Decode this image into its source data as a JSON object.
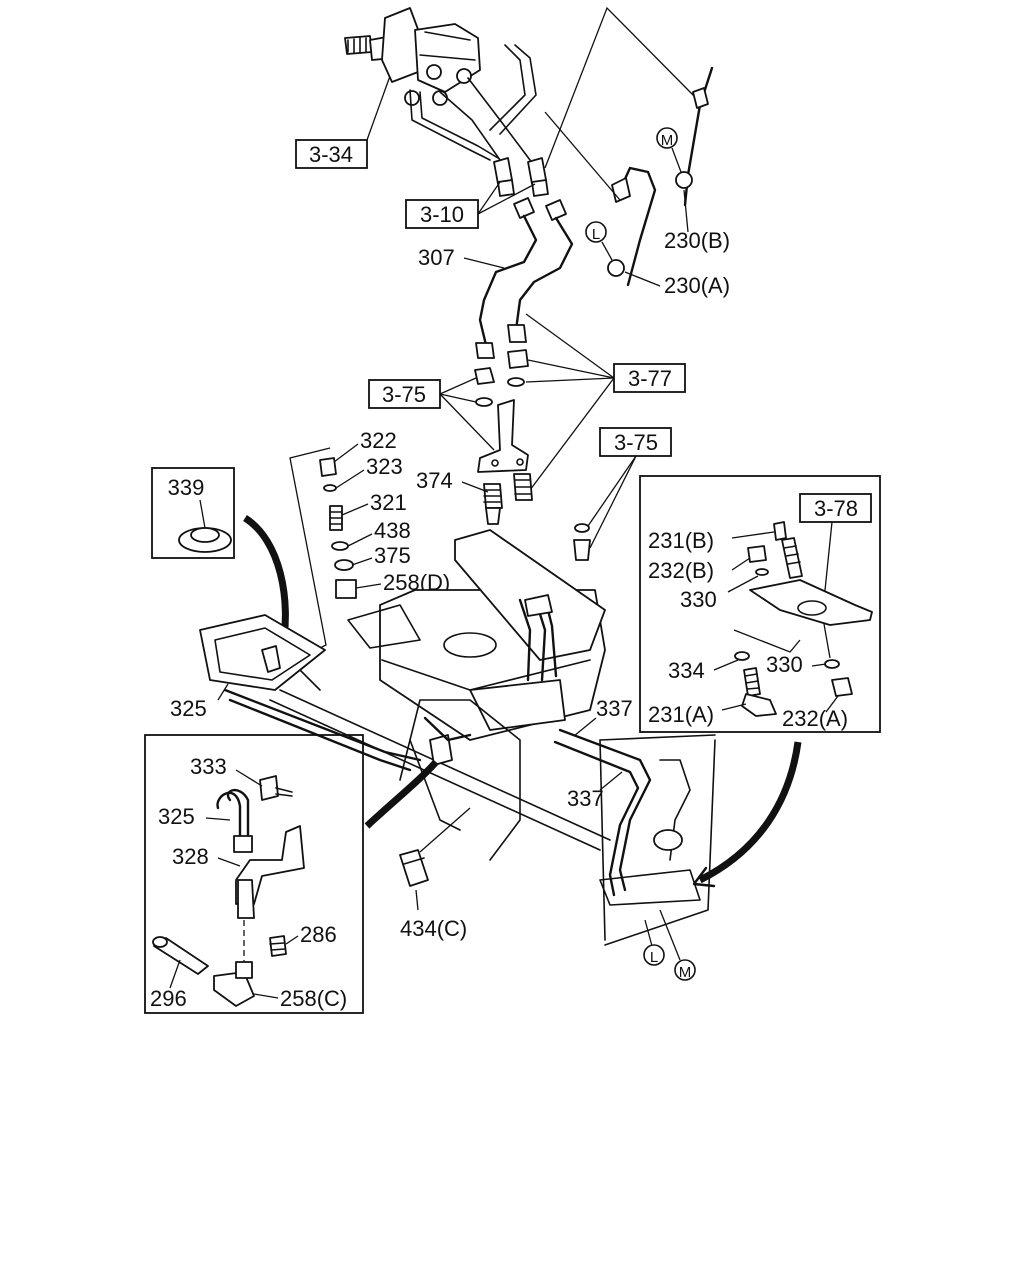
{
  "diagram": {
    "ref_boxes": {
      "ref_3_34": "3-34",
      "ref_3_10": "3-10",
      "ref_3_75_left": "3-75",
      "ref_3_77": "3-77",
      "ref_3_75_right": "3-75",
      "ref_3_78": "3-78"
    },
    "callouts": {
      "c_230b": "230(B)",
      "c_230a": "230(A)",
      "c_307": "307",
      "c_322": "322",
      "c_323": "323",
      "c_321": "321",
      "c_438": "438",
      "c_375": "375",
      "c_258d": "258(D)",
      "c_374": "374",
      "c_339": "339",
      "c_325_top": "325",
      "c_337_a": "337",
      "c_337_b": "337",
      "c_333": "333",
      "c_325_inset": "325",
      "c_328": "328",
      "c_286": "286",
      "c_296": "296",
      "c_258c": "258(C)",
      "c_434c": "434(C)",
      "c_231b": "231(B)",
      "c_232b": "232(B)",
      "c_330_a": "330",
      "c_334": "334",
      "c_330_b": "330",
      "c_231a": "231(A)",
      "c_232a": "232(A)"
    },
    "markers": {
      "m_top": "M",
      "l_top": "L",
      "l_bottom": "L",
      "m_bottom": "M"
    }
  }
}
